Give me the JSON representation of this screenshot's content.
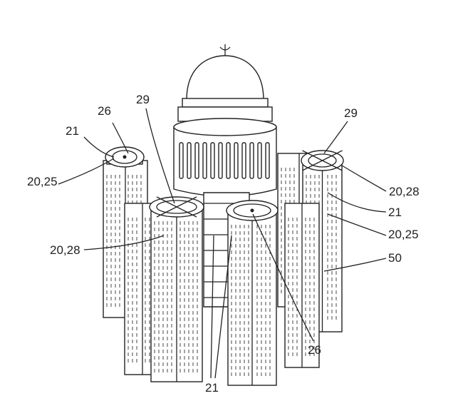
{
  "figure": {
    "labels": {
      "top_left_26": "26",
      "top_left_29": "29",
      "top_left_21": "21",
      "left_20_25": "20,25",
      "top_right_29": "29",
      "right_20_28": "20,28",
      "right_21": "21",
      "right_20_25": "20,25",
      "right_50": "50",
      "left_20_28": "20,28",
      "bottom_26": "26",
      "bottom_21": "21"
    }
  }
}
